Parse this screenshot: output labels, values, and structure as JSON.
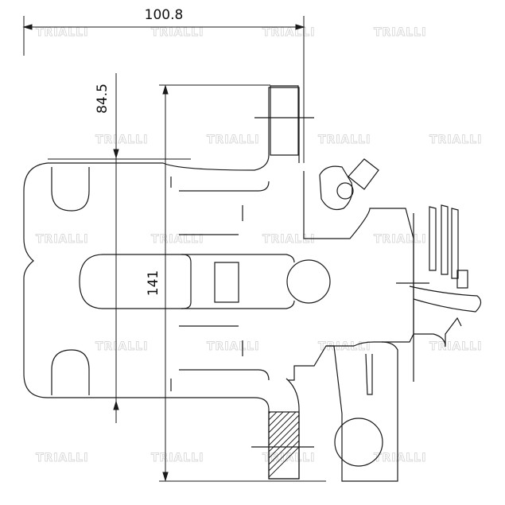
{
  "drawing": {
    "dimensions": {
      "width_label": "100.8",
      "offset_label": "84.5",
      "height_label": "141"
    },
    "watermark_text": "TRIALLI",
    "line_color": "#1a1a1a",
    "watermark_color": "#cfcfcf"
  }
}
